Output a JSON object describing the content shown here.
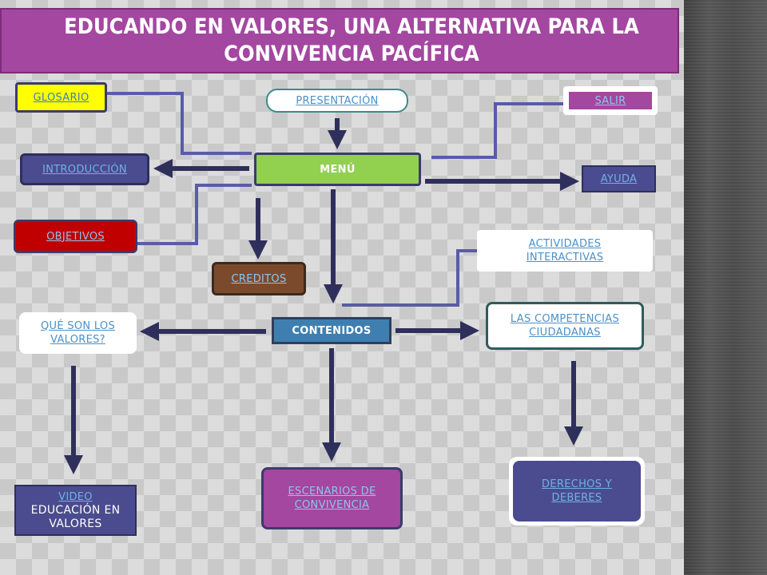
{
  "title": "EDUCANDO EN VALORES, UNA ALTERNATIVA PARA LA CONVIVENCIA PACÍFICA",
  "nodes": {
    "glosario": "GLOSARIO",
    "presentacion": "PRESENTACIÓN",
    "salir": "SALIR",
    "menu": "MENÚ",
    "introduccion": "INTRODUCCIÓN",
    "ayuda": "AYUDA",
    "objetivos": "OBJETIVOS",
    "actividades": "ACTIVIDADES INTERACTIVAS",
    "creditos": "CREDITOS",
    "que_son": "QUÉ SON LOS VALORES?",
    "contenidos": "CONTENIDOS",
    "competencias": "LAS COMPETENCIAS CIUDADANAS",
    "video_link": "VIDEO",
    "video_text": "EDUCACIÓN EN VALORES",
    "escenarios": "ESCENARIOS DE CONVIVENCIA",
    "derechos": "DERECHOS Y DEBERES"
  },
  "colors": {
    "title_bg": "#a347a0",
    "menu_bg": "#92d050",
    "line": "#3b3b6b",
    "connector": "#5b5ba8",
    "objetivos_bg": "#c00000",
    "creditos_bg": "#7b4a2c",
    "escenarios_bg": "#a347a0",
    "derechos_bg": "#4b4b8f"
  }
}
